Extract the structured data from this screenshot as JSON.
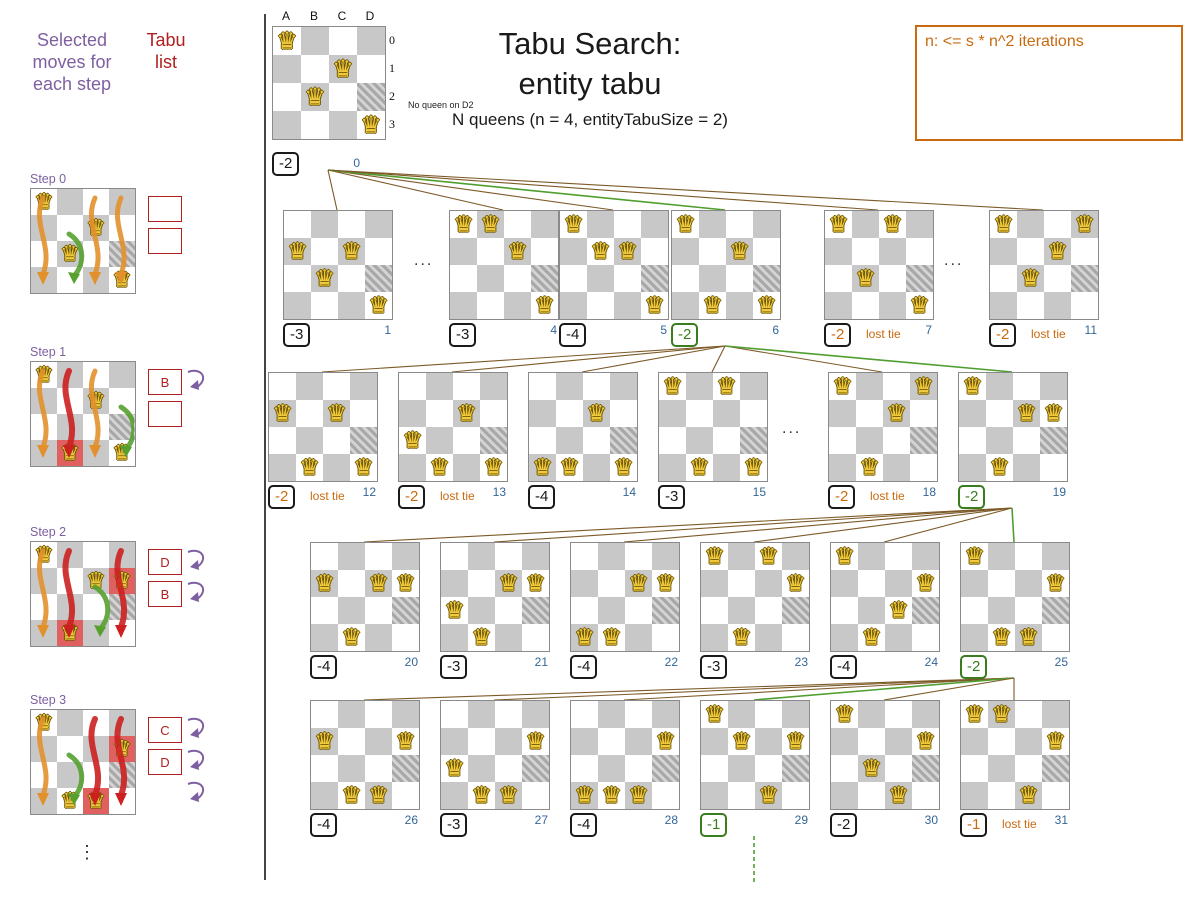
{
  "title": {
    "line1": "Tabu Search:",
    "line2": "entity tabu",
    "subtitle": "N queens (n = 4, entityTabuSize = 2)"
  },
  "note": {
    "text": "n: <= s * n^2 iterations"
  },
  "left_panel": {
    "moves_header": "Selected moves for each step",
    "tabu_header": "Tabu list",
    "ellipsis": "⋮",
    "steps": [
      {
        "label": "Step 0",
        "queens": [
          0,
          2,
          1,
          3
        ],
        "tabu_slots": [
          "",
          ""
        ],
        "tabu_cells": [],
        "arrows": [
          {
            "col": "A",
            "color": "orange"
          },
          {
            "col": "C",
            "color": "orange"
          },
          {
            "col": "D",
            "color": "orange"
          },
          {
            "col": "B",
            "color": "green"
          }
        ],
        "curl_count": 0
      },
      {
        "label": "Step 1",
        "queens": [
          0,
          3,
          1,
          3
        ],
        "tabu_slots": [
          "B",
          ""
        ],
        "tabu_cells": [
          "B3"
        ],
        "arrows": [
          {
            "col": "A",
            "color": "orange"
          },
          {
            "col": "B",
            "color": "red"
          },
          {
            "col": "C",
            "color": "orange"
          },
          {
            "col": "D",
            "color": "green"
          }
        ],
        "curl_count": 1
      },
      {
        "label": "Step 2",
        "queens": [
          0,
          3,
          1,
          1
        ],
        "tabu_slots": [
          "D",
          "B"
        ],
        "tabu_cells": [
          "B3",
          "D1"
        ],
        "arrows": [
          {
            "col": "A",
            "color": "orange"
          },
          {
            "col": "B",
            "color": "red"
          },
          {
            "col": "D",
            "color": "red"
          },
          {
            "col": "C",
            "color": "green"
          }
        ],
        "curl_count": 2
      },
      {
        "label": "Step 3",
        "queens": [
          0,
          3,
          3,
          1
        ],
        "tabu_slots": [
          "C",
          "D"
        ],
        "tabu_cells": [
          "C3",
          "D1"
        ],
        "arrows": [
          {
            "col": "A",
            "color": "orange"
          },
          {
            "col": "C",
            "color": "red"
          },
          {
            "col": "D",
            "color": "red"
          },
          {
            "col": "B",
            "color": "green"
          }
        ],
        "curl_count": 3
      }
    ]
  },
  "root": {
    "col_labels": [
      "A",
      "B",
      "C",
      "D"
    ],
    "row_labels": [
      "0",
      "1",
      "2",
      "3"
    ],
    "queens": [
      0,
      2,
      1,
      3
    ],
    "score": "-2",
    "index": "0",
    "annotation": "No queen on D2"
  },
  "boards": [
    {
      "index": "1",
      "score": "-3",
      "queens": [
        1,
        2,
        1,
        3
      ],
      "kind": "normal",
      "tag": ""
    },
    {
      "index": "4",
      "score": "-3",
      "queens": [
        0,
        0,
        1,
        3
      ],
      "kind": "normal",
      "tag": ""
    },
    {
      "index": "5",
      "score": "-4",
      "queens": [
        0,
        1,
        1,
        3
      ],
      "kind": "normal",
      "tag": ""
    },
    {
      "index": "6",
      "score": "-2",
      "queens": [
        0,
        3,
        1,
        3
      ],
      "kind": "selected",
      "tag": ""
    },
    {
      "index": "7",
      "score": "-2",
      "queens": [
        0,
        2,
        0,
        3
      ],
      "kind": "lost",
      "tag": "lost tie"
    },
    {
      "index": "11",
      "score": "-2",
      "queens": [
        0,
        2,
        1,
        0
      ],
      "kind": "lost",
      "tag": "lost tie"
    },
    {
      "index": "12",
      "score": "-2",
      "queens": [
        1,
        3,
        1,
        3
      ],
      "kind": "lost",
      "tag": "lost tie"
    },
    {
      "index": "13",
      "score": "-2",
      "queens": [
        2,
        3,
        1,
        3
      ],
      "kind": "lost",
      "tag": "lost tie"
    },
    {
      "index": "14",
      "score": "-4",
      "queens": [
        3,
        3,
        1,
        3
      ],
      "kind": "normal",
      "tag": ""
    },
    {
      "index": "15",
      "score": "-3",
      "queens": [
        0,
        3,
        0,
        3
      ],
      "kind": "normal",
      "tag": ""
    },
    {
      "index": "18",
      "score": "-2",
      "queens": [
        0,
        3,
        1,
        0
      ],
      "kind": "lost",
      "tag": "lost tie"
    },
    {
      "index": "19",
      "score": "-2",
      "queens": [
        0,
        3,
        1,
        1
      ],
      "kind": "selected",
      "tag": ""
    },
    {
      "index": "20",
      "score": "-4",
      "queens": [
        1,
        3,
        1,
        1
      ],
      "kind": "normal",
      "tag": ""
    },
    {
      "index": "21",
      "score": "-3",
      "queens": [
        2,
        3,
        1,
        1
      ],
      "kind": "normal",
      "tag": ""
    },
    {
      "index": "22",
      "score": "-4",
      "queens": [
        3,
        3,
        1,
        1
      ],
      "kind": "normal",
      "tag": ""
    },
    {
      "index": "23",
      "score": "-3",
      "queens": [
        0,
        3,
        0,
        1
      ],
      "kind": "normal",
      "tag": ""
    },
    {
      "index": "24",
      "score": "-4",
      "queens": [
        0,
        3,
        2,
        1
      ],
      "kind": "normal",
      "tag": ""
    },
    {
      "index": "25",
      "score": "-2",
      "queens": [
        0,
        3,
        3,
        1
      ],
      "kind": "selected",
      "tag": ""
    },
    {
      "index": "26",
      "score": "-4",
      "queens": [
        1,
        3,
        3,
        1
      ],
      "kind": "normal",
      "tag": ""
    },
    {
      "index": "27",
      "score": "-3",
      "queens": [
        2,
        3,
        3,
        1
      ],
      "kind": "normal",
      "tag": ""
    },
    {
      "index": "28",
      "score": "-4",
      "queens": [
        3,
        3,
        3,
        1
      ],
      "kind": "normal",
      "tag": ""
    },
    {
      "index": "29",
      "score": "-1",
      "queens": [
        0,
        1,
        3,
        1
      ],
      "kind": "selected",
      "tag": ""
    },
    {
      "index": "30",
      "score": "-2",
      "queens": [
        0,
        2,
        3,
        1
      ],
      "kind": "normal",
      "tag": ""
    },
    {
      "index": "31",
      "score": "-1",
      "queens": [
        0,
        0,
        3,
        1
      ],
      "kind": "lost",
      "tag": "lost tie"
    }
  ],
  "edges": [
    {
      "from": "0",
      "to": "1",
      "sel": false
    },
    {
      "from": "0",
      "to": "4",
      "sel": false
    },
    {
      "from": "0",
      "to": "5",
      "sel": false
    },
    {
      "from": "0",
      "to": "6",
      "sel": true
    },
    {
      "from": "0",
      "to": "7",
      "sel": false
    },
    {
      "from": "0",
      "to": "11",
      "sel": false
    },
    {
      "from": "6",
      "to": "12",
      "sel": false
    },
    {
      "from": "6",
      "to": "13",
      "sel": false
    },
    {
      "from": "6",
      "to": "14",
      "sel": false
    },
    {
      "from": "6",
      "to": "15",
      "sel": false
    },
    {
      "from": "6",
      "to": "18",
      "sel": false
    },
    {
      "from": "6",
      "to": "19",
      "sel": true
    },
    {
      "from": "19",
      "to": "20",
      "sel": false
    },
    {
      "from": "19",
      "to": "21",
      "sel": false
    },
    {
      "from": "19",
      "to": "22",
      "sel": false
    },
    {
      "from": "19",
      "to": "23",
      "sel": false
    },
    {
      "from": "19",
      "to": "24",
      "sel": false
    },
    {
      "from": "19",
      "to": "25",
      "sel": true
    },
    {
      "from": "25",
      "to": "26",
      "sel": false
    },
    {
      "from": "25",
      "to": "27",
      "sel": false
    },
    {
      "from": "25",
      "to": "28",
      "sel": false
    },
    {
      "from": "25",
      "to": "29",
      "sel": true
    },
    {
      "from": "25",
      "to": "30",
      "sel": false
    },
    {
      "from": "25",
      "to": "31",
      "sel": false
    },
    {
      "from": "29",
      "to": "",
      "sel": true,
      "dashed": true
    }
  ],
  "misc": {
    "ellipsis_row": "..."
  },
  "colors": {
    "selected": "#3a7d1e",
    "lost": "#c96a10",
    "edge": "#7d5a28",
    "edge_selected": "#4f9e2f",
    "index": "#336699",
    "purple": "#7e5fa0",
    "red": "#b02020",
    "orange_arrow": "#e2902b",
    "green_arrow": "#56a02e",
    "red_arrow": "#cc2020"
  }
}
